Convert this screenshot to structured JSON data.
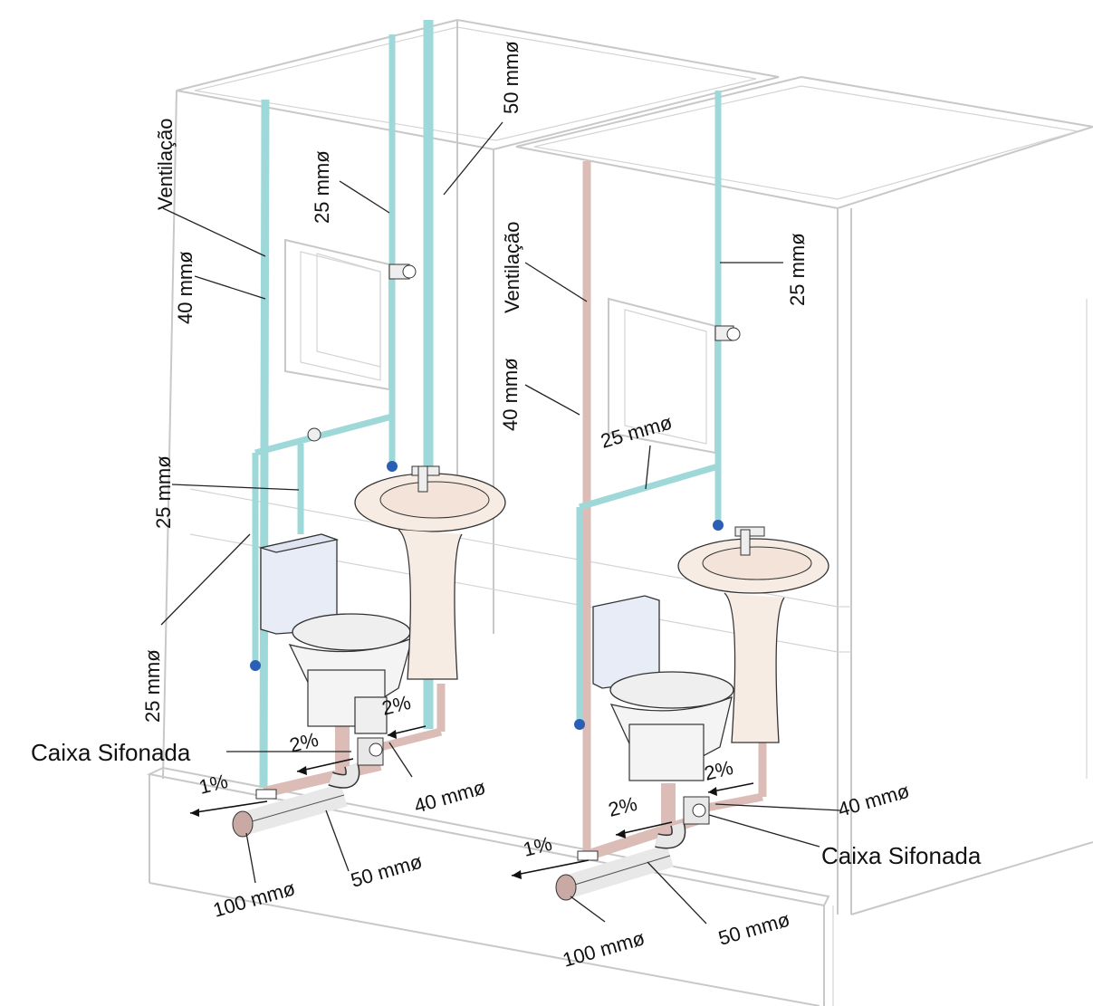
{
  "labels": {
    "ventilacao_left": "Ventilação",
    "ventilacao_right": "Ventilação",
    "vent_left_diameter": "40 mmø",
    "vent_right_diameter": "40 mmø",
    "supply_left_top": "25 mmø",
    "supply_left_mid": "25 mmø",
    "supply_left_low": "25 mmø",
    "supply_main": "50 mmø",
    "supply_right_top": "25 mmø",
    "supply_right_mid": "25 mmø",
    "caixa_sifonada_left": "Caixa Sifonada",
    "caixa_sifonada_right": "Caixa Sifonada",
    "slope_left_1": "1%",
    "slope_left_2a": "2%",
    "slope_left_2b": "2%",
    "slope_right_1": "1%",
    "slope_right_2a": "2%",
    "slope_right_2b": "2%",
    "drain_left_100": "100 mmø",
    "drain_left_50": "50 mmø",
    "drain_left_40": "40 mmø",
    "drain_right_100": "100 mmø",
    "drain_right_50": "50 mmø",
    "drain_right_40": "40 mmø"
  },
  "colors": {
    "cold_water_pipe": "#9fd8d8",
    "waste_vent_pipe": "#dcbcb6",
    "fixture_porcelain": "#f7ece4",
    "cistern": "#e8ecf6",
    "walls": "#c8c8c8"
  }
}
